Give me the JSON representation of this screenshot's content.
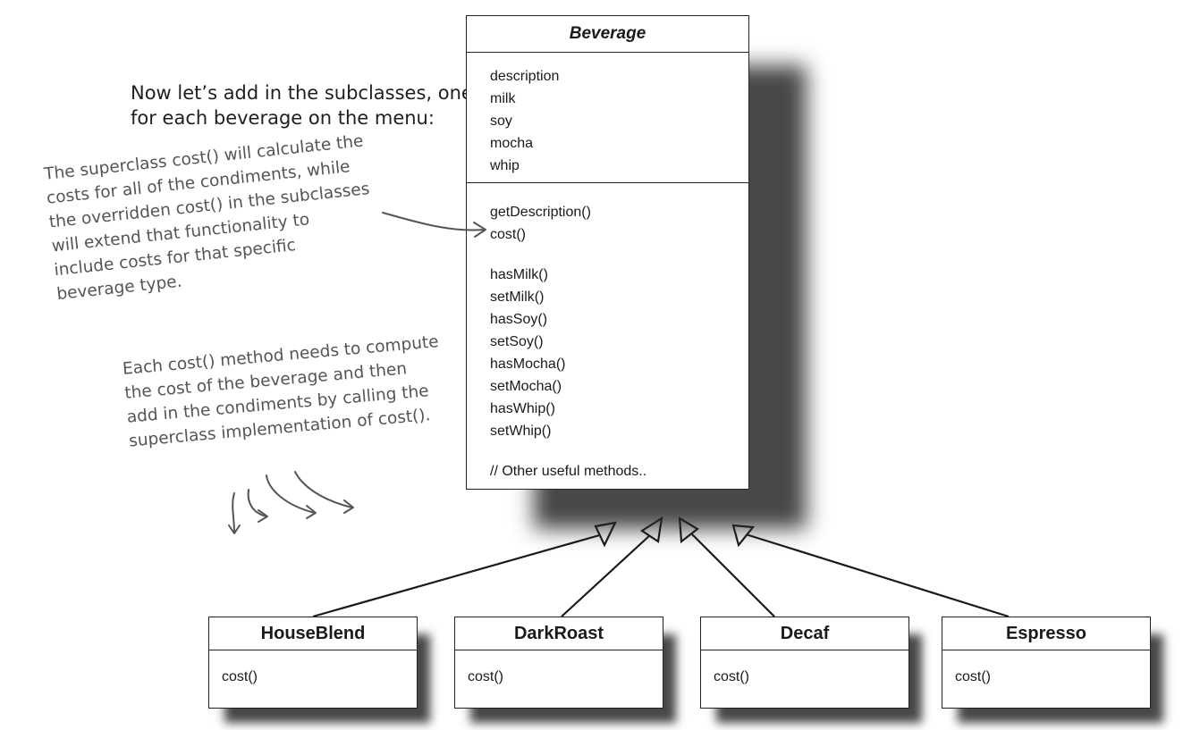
{
  "intro": {
    "line1": "Now let’s add in the subclasses, one",
    "line2": "for each beverage on the menu:"
  },
  "note_superclass": [
    "The superclass cost() will calculate the",
    "costs for all of the condiments, while",
    "the overridden cost() in the subclasses",
    "will extend that functionality to",
    "include costs for that specific",
    "beverage type."
  ],
  "note_each_cost": [
    "Each cost() method needs to compute",
    "the cost of the beverage and then",
    "add in the condiments by calling the",
    "superclass implementation of cost()."
  ],
  "beverage": {
    "name": "Beverage",
    "fields": [
      "description",
      "milk",
      "soy",
      "mocha",
      "whip"
    ],
    "methods_a": [
      "getDescription()",
      "cost()"
    ],
    "methods_b": [
      "hasMilk()",
      "setMilk()",
      "hasSoy()",
      "setSoy()",
      "hasMocha()",
      "setMocha()",
      "hasWhip()",
      "setWhip()"
    ],
    "methods_c": [
      "// Other useful methods.."
    ]
  },
  "subclasses": [
    {
      "name": "HouseBlend",
      "method": "cost()"
    },
    {
      "name": "DarkRoast",
      "method": "cost()"
    },
    {
      "name": "Decaf",
      "method": "cost()"
    },
    {
      "name": "Espresso",
      "method": "cost()"
    }
  ],
  "colors": {
    "ink": "#1a1a1a",
    "handwriting": "#555555",
    "shadow": "#2a2a2a"
  }
}
